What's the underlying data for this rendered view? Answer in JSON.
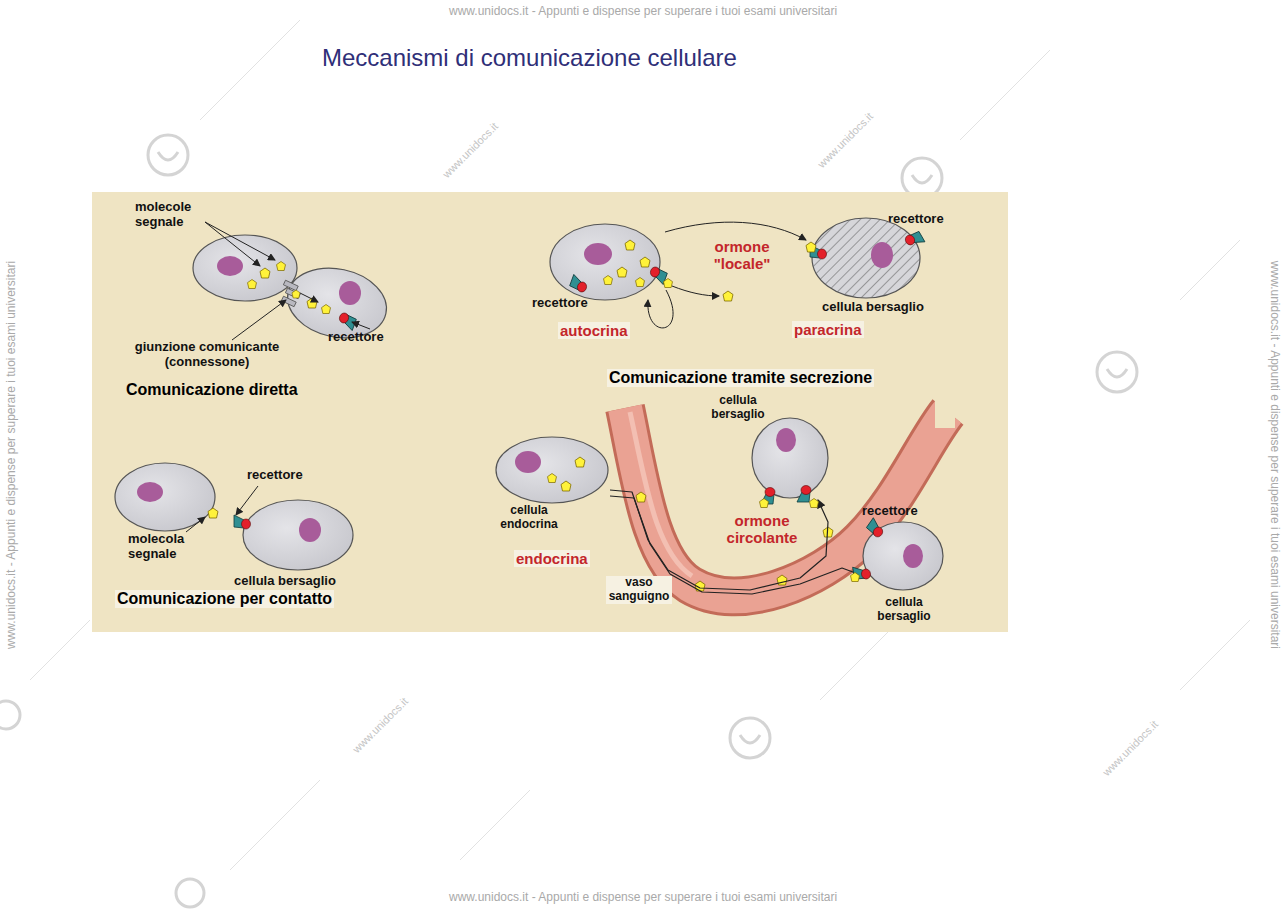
{
  "diagram": {
    "title": "Meccanismi di comunicazione cellulare",
    "nodes": [
      {
        "text": [
          "cellula bersaglio"
        ]
      },
      {
        "text": [
          "cellula bersaglio"
        ]
      },
      {
        "text": [
          "cellula endocrina"
        ]
      },
      {
        "text": [
          "cellula bersaglio"
        ]
      },
      {
        "text": [
          "cellula bersaglio"
        ]
      }
    ],
    "edges": [
      {
        "from": 2,
        "to": 3,
        "arrow": "to"
      },
      {
        "from": 2,
        "to": 4,
        "arrow": "to"
      }
    ],
    "labels": [
      "www.unidocs.it - Appunti e dispense per superare i tuoi esami universitari",
      "www.unidocs.it",
      "www.unidocs.it",
      "molecole segnale",
      "recettore",
      "ormone \"locale\"",
      "recettore",
      "autocrina",
      "paracrina",
      "giunzione comunicante (connessone)",
      "recettore",
      "Comunicazione diretta",
      "Comunicazione tramite secrezione",
      "recettore",
      "molecola segnale",
      "Comunicazione per contatto",
      "ormone circolante",
      "recettore",
      "endocrina",
      "vaso sanguigno",
      "www.unidocs.it",
      "www.unidocs.it",
      "www.unidocs.it - Appunti e dispense per superare i tuoi esami universitari",
      "www.unidocs.it - Appunti e dispense per superare i tuoi esami universitari",
      "www.unidocs.it - Appunti e dispense per superare i tuoi esami universitari"
    ]
  }
}
